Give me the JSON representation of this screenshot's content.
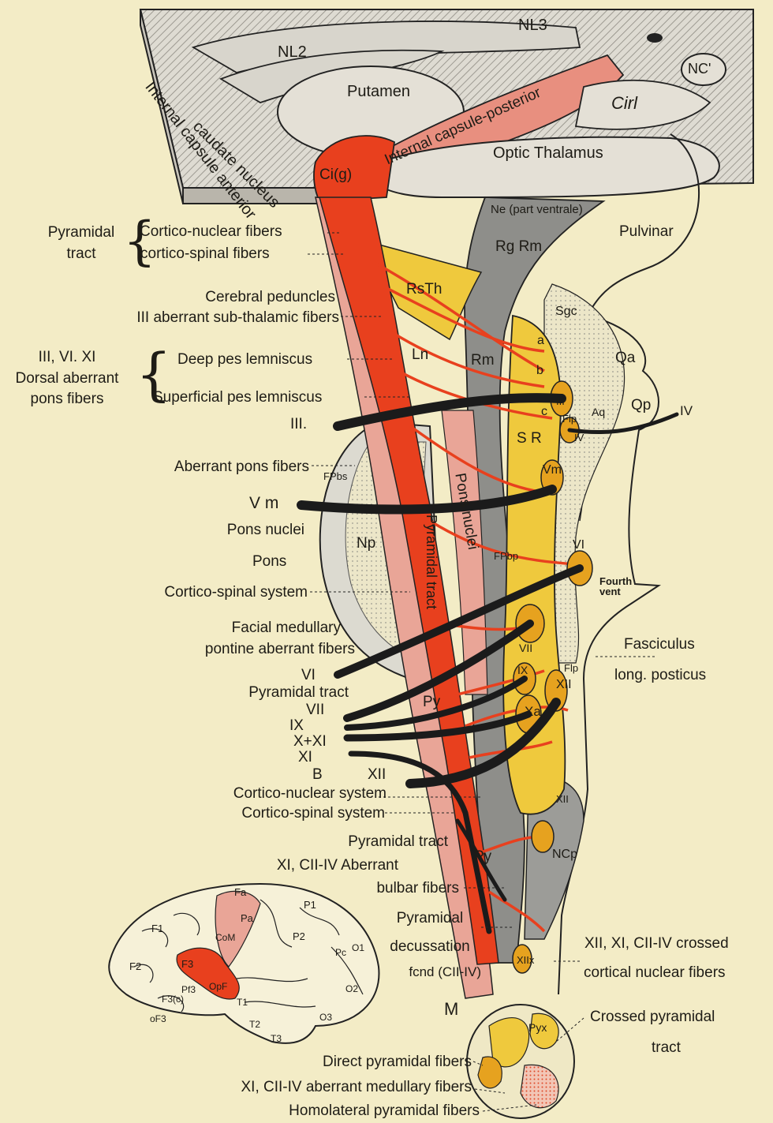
{
  "colors": {
    "background": "#f3ecc6",
    "pyramidal_red": "#e8401e",
    "pink": "#e9a597",
    "yellow": "#efc93d",
    "orange_nuclei": "#e6a21f",
    "gray": "#8e8e8a",
    "hatch": "#bdbab0"
  },
  "top_block": {
    "internal_capsule_anterior": "Internal capsule anterior",
    "caudate_nucleus": "caudate nucleus",
    "nl2": "NL2",
    "nl3": "NL3",
    "nc_prime": "NC'",
    "putamen": "Putamen",
    "internal_capsule_posterior": "Internal capsule-posterior",
    "cirl": "Cirl",
    "optic_thalamus": "Optic Thalamus",
    "ci_g": "Ci(g)"
  },
  "inner_labels": {
    "ne": "Ne (part ventrale)",
    "rg_rm": "Rg Rm",
    "rsth": "RsTh",
    "ln": "Ln",
    "rm": "Rm",
    "sgc": "Sgc",
    "sr": "S R",
    "a": "a",
    "b": "b",
    "c": "c",
    "flp": "Flp",
    "iii_n": "III",
    "iv_n": "IV",
    "aq": "Aq",
    "qa": "Qa",
    "qp": "Qp",
    "vm_n": "Vm",
    "vi_n": "VI",
    "vii_n": "VII",
    "ix_n": "IX",
    "xa": "Xa",
    "xii_n": "XII",
    "flp2": "Flp",
    "xii2": "XII",
    "ncp": "NCp",
    "py1": "Py",
    "py2": "Py",
    "pons_nuclei": "Pons nuclei",
    "pyramidal_tract_vert": "Pyramidal tract",
    "fpbs": "FPbs",
    "fpbp": "FPbp",
    "np": "Np",
    "fourth_vent": "Fourth vent",
    "pulvinar": "Pulvinar",
    "m": "M",
    "xii_x": "XIIx",
    "pyx": "Pyx"
  },
  "left_labels": {
    "pyramidal": "Pyramidal",
    "tract": "tract",
    "cortico_nuclear": "Cortico-nuclear fibers",
    "cortico_spinal": "cortico-spinal fibers",
    "cerebral_peduncles": "Cerebral peduncles",
    "iii_aberrant": "III aberrant sub-thalamic fibers",
    "iii_vi_xi": "III, VI. XI",
    "dorsal_aberrant": "Dorsal aberrant",
    "pons_fibers": "pons fibers",
    "deep_pes": "Deep pes lemniscus",
    "superficial_pes": "Superficial pes lemniscus",
    "iii": "III.",
    "aberrant_pons": "Aberrant pons fibers",
    "vm": "V m",
    "pons_nuclei": "Pons nuclei",
    "pons": "Pons",
    "cortico_spinal_system": "Cortico-spinal system",
    "facial_medullary": "Facial medullary",
    "pontine_aberrant": "pontine aberrant fibers",
    "vi": "VI",
    "pyramidal_tract": "Pyramidal tract",
    "vii": "VII",
    "ix": "IX",
    "x_xi": "X+XI",
    "xi": "XI",
    "b": "B",
    "xii": "XII",
    "cortico_nuclear_system": "Cortico-nuclear system",
    "cortico_spinal_system2": "Cortico-spinal system",
    "pyramidal_tract2": "Pyramidal tract",
    "xi_cii_aberrant": "XI, CII-IV Aberrant",
    "bulbar_fibers": "bulbar fibers",
    "decussation": "decussation",
    "fcnd": "fcnd (CII-IV)",
    "direct_pyramidal": "Direct pyramidal fibers",
    "xi_cii_medullary": "XI, CII-IV aberrant medullary fibers",
    "homolateral": "Homolateral pyramidal fibers"
  },
  "right_labels": {
    "iv": "IV",
    "fasciculus": "Fasciculus",
    "long_posticus": "long. posticus",
    "xii_xi_crossed": "XII, XI, CII-IV crossed",
    "cortical_nuclear": "cortical nuclear fibers",
    "crossed_pyramidal": "Crossed pyramidal",
    "tract": "tract"
  },
  "brain_labels": {
    "fa": "Fa",
    "pa": "Pa",
    "p1": "P1",
    "p2": "P2",
    "f1": "F1",
    "f2": "F2",
    "f3": "F3",
    "f3c": "F3(c)",
    "pf3": "Pf3",
    "ofp": "OpF",
    "com": "CoM",
    "t1": "T1",
    "t2": "T2",
    "t3": "T3",
    "o1": "O1",
    "o2": "O2",
    "o3": "O3",
    "pc": "Pc",
    "of3": "oF3"
  }
}
